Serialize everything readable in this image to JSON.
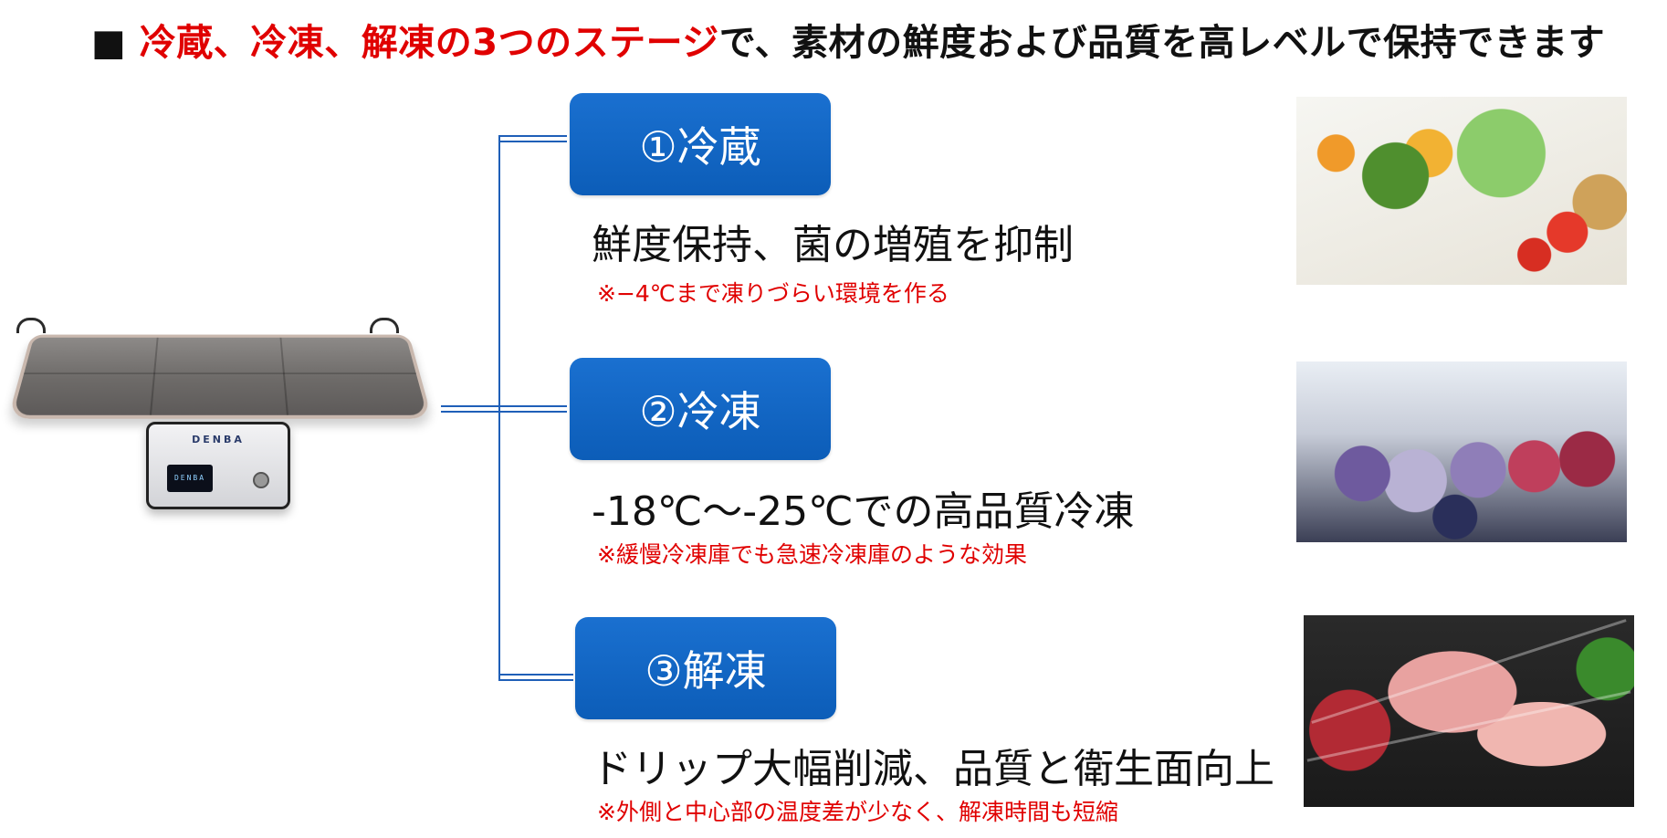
{
  "title": {
    "prefix": "■",
    "highlight": "冷蔵、冷凍、解凍の3つのステージ",
    "rest": "で、素材の鮮度および品質を高レベルで保持できます"
  },
  "device": {
    "mat_icon": "heating-mat",
    "box_logo": "DENBA",
    "screen_text": "DENBA"
  },
  "stages": [
    {
      "label": "①冷蔵",
      "description": "鮮度保持、菌の増殖を抑制",
      "note": "※−4℃まで凍りづらい環境を作る",
      "image": "fresh-vegetables"
    },
    {
      "label": "②冷凍",
      "description": "-18℃～-25℃での高品質冷凍",
      "note": "※緩慢冷凍庫でも急速冷凍庫のような効果",
      "image": "frozen-berries"
    },
    {
      "label": "③解凍",
      "description": "ドリップ大幅削減、品質と衛生面向上",
      "note": "※外側と中心部の温度差が少なく、解凍時間も短縮",
      "image": "raw-meat"
    }
  ],
  "colors": {
    "accent_blue": "#0c5db8",
    "highlight_red": "#e00000",
    "text": "#111111"
  }
}
